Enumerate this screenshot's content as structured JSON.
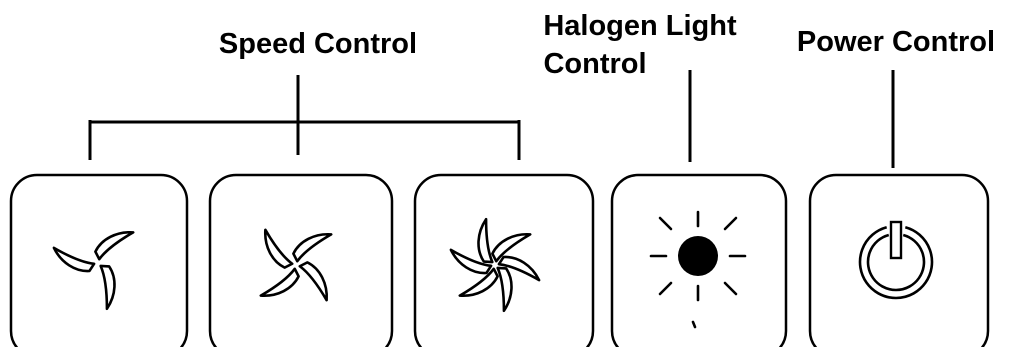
{
  "labels": {
    "speed": "Speed Control",
    "halogen_line1": "Halogen Light",
    "halogen_line2": "Control",
    "power": "Power Control"
  },
  "buttons": [
    {
      "id": "speed-low",
      "icon": "fan-3-blade-icon",
      "blades": 3
    },
    {
      "id": "speed-medium",
      "icon": "fan-4-blade-icon",
      "blades": 4
    },
    {
      "id": "speed-high",
      "icon": "fan-6-blade-icon",
      "blades": 6
    },
    {
      "id": "halogen-light",
      "icon": "light-bulb-icon"
    },
    {
      "id": "power",
      "icon": "power-icon"
    }
  ],
  "colors": {
    "line": "#000000",
    "background": "#ffffff"
  }
}
